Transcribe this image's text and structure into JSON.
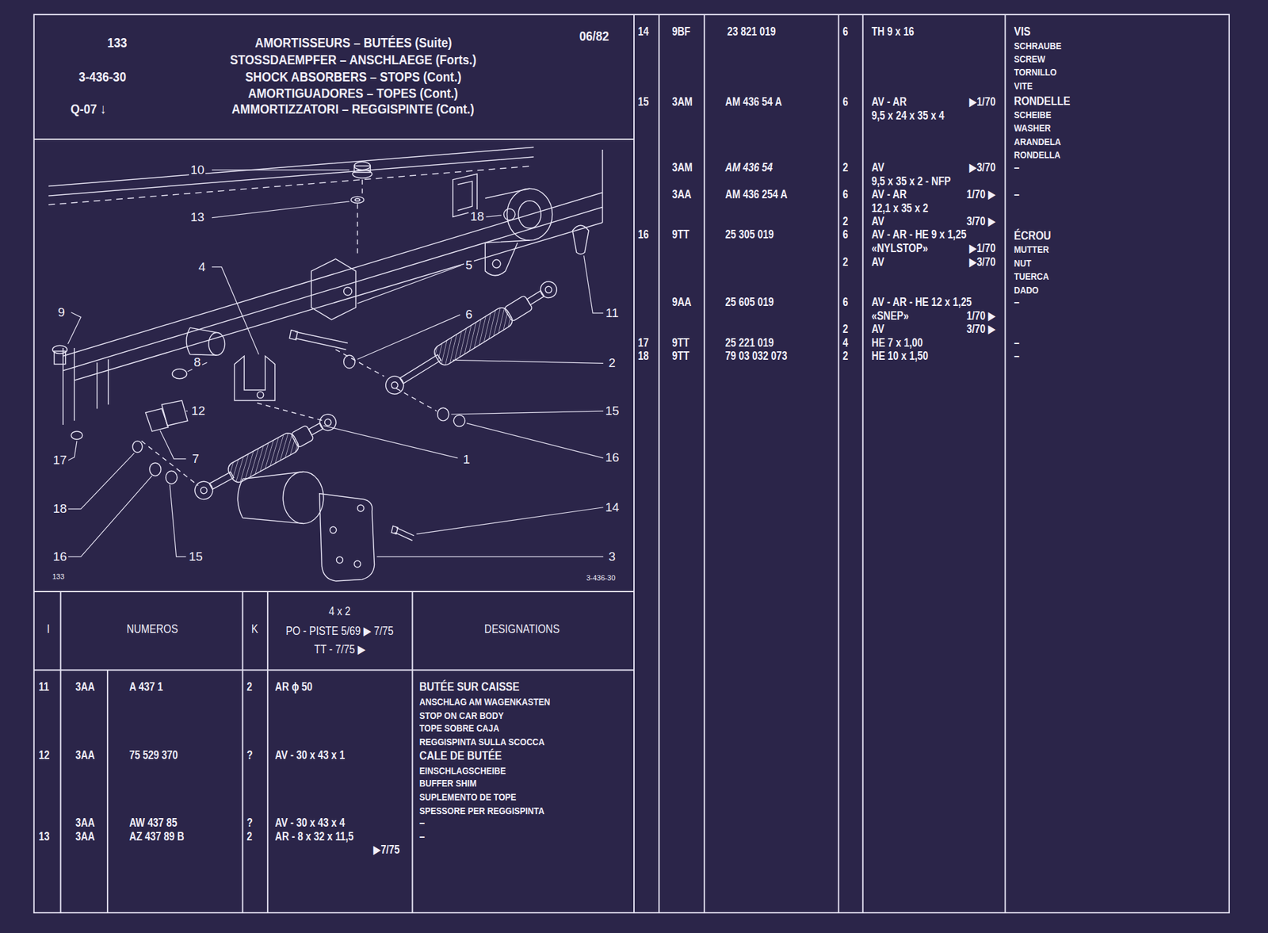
{
  "diagram": {
    "nodes": [
      {
        "text": [
          "133",
          "3-436-30",
          "Q-07 ↓",
          "AMORTISSEURS – BUTÉES (Suite)",
          "STOSSDAEMPFER – ANSCHLAEGE (Forts.)",
          "SHOCK ABSORBERS – STOPS (Cont.)",
          "AMORTIGUADORES – TOPES (Cont.)",
          "AMMORTIZZATORI – REGGISPINTE (Cont.)",
          "06/82"
        ]
      }
    ],
    "labels": [
      "14",
      "9BF",
      "23 821 019",
      "6",
      "TH 9 x 16",
      "VIS",
      "SCHRAUBE",
      "SCREW",
      "TORNILLO",
      "VITE",
      "15",
      "3AM",
      "AM 436 54 A",
      "6",
      "AV - AR",
      "▶1/70",
      "9,5 x 24 x 35 x 4",
      "RONDELLE",
      "SCHEIBE",
      "WASHER",
      "ARANDELA",
      "RONDELLA",
      "3AM",
      "AM 436 54",
      "2",
      "AV",
      "▶3/70",
      "9,5 x 35 x 2 - NFP",
      "–",
      "3AA",
      "AM 436 254 A",
      "6",
      "AV - AR",
      "1/70 ▶",
      "12,1 x 35 x 2",
      "–",
      "2",
      "AV",
      "3/70 ▶",
      "16",
      "9TT",
      "25 305 019",
      "6",
      "AV - AR - HE 9 x 1,25",
      "ÉCROU",
      "«NYLSTOP»",
      "▶1/70",
      "MUTTER",
      "NUT",
      "TUERCA",
      "DADO",
      "2",
      "AV",
      "▶3/70",
      "9AA",
      "25 605 019",
      "6",
      "AV - AR - HE 12 x 1,25",
      "–",
      "«SNEP»",
      "1/70 ▶",
      "2",
      "AV",
      "3/70 ▶",
      "17",
      "9TT",
      "25 221 019",
      "4",
      "HE 7 x 1,00",
      "–",
      "18",
      "9TT",
      "79 03 032 073",
      "2",
      "HE 10 x 1,50",
      "–",
      "I",
      "NUMEROS",
      "K",
      "4 x 2",
      "PO - PISTE 5/69 ▶ 7/75",
      "TT - 7/75 ▶",
      "DESIGNATIONS",
      "11",
      "3AA",
      "A 437 1",
      "2",
      "AR ϕ 50",
      "BUTÉE SUR CAISSE",
      "ANSCHLAG AM WAGENKASTEN",
      "STOP ON CAR BODY",
      "TOPE SOBRE CAJA",
      "REGGISPINTA SULLA SCOCCA",
      "12",
      "3AA",
      "75 529 370",
      "?",
      "AV - 30 x 43 x 1",
      "CALE DE BUTÉE",
      "EINSCHLAGSCHEIBE",
      "BUFFER SHIM",
      "SUPLEMENTO DE TOPE",
      "SPESSORE PER REGGISPINTA",
      "3AA",
      "AW 437 85",
      "?",
      "AV - 30 x 43 x 4",
      "–",
      "13",
      "3AA",
      "AZ 437 89 B",
      "2",
      "AR - 8 x 32 x 11,5",
      "–",
      "▶7/75",
      "10",
      "13",
      "18",
      "4",
      "5",
      "9",
      "11",
      "6",
      "8",
      "2",
      "12",
      "15",
      "7",
      "1",
      "17",
      "16",
      "14",
      "18",
      "16",
      "15",
      "3",
      "133",
      "3-436-30"
    ]
  }
}
